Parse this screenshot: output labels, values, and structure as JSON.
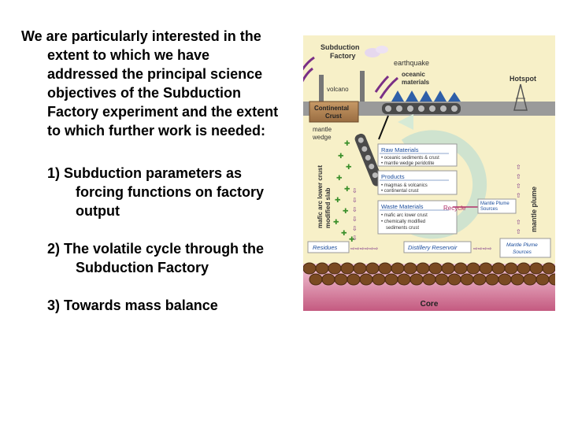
{
  "slide": {
    "intro": "We are particularly interested in the extent to which we have addressed the principal science objectives of the Subduction Factory experiment and the extent to which further work is needed:",
    "items": [
      "1)   Subduction parameters as forcing functions on factory output",
      "2) The volatile cycle through the Subduction Factory",
      "3) Towards mass balance"
    ]
  },
  "diagram": {
    "title": "Subduction Factory",
    "earthquake": "earthquake",
    "oceanic": "oceanic materials",
    "hotspot": "Hotspot",
    "volcano": "volcano",
    "continental_crust": "Continental Crust",
    "mantle_wedge": "mantle wedge",
    "slab": "mafic arc lower crust modified slab",
    "mantle_plume": "mantle plume",
    "raw_materials": {
      "heading": "Raw Materials",
      "lines": [
        "• oceanic sediments & crust",
        "• mantle wedge peridotite"
      ]
    },
    "products": {
      "heading": "Products",
      "lines": [
        "• magmas & volcanics",
        "• continental crust"
      ]
    },
    "waste": {
      "heading": "Waste Materials",
      "lines": [
        "• mafic arc lower crust",
        "• chemically modified",
        "  sediments crust"
      ]
    },
    "recycle": "Recycle",
    "mantle_plume_sources": "Mantle Plume Sources",
    "residues": "Residues",
    "distillery": "Distillery Reservoir",
    "core": "Core",
    "colors": {
      "bg": "#f7f0c8",
      "crust": "#b0865a",
      "belt": "#555555",
      "accent": "#7a2f86",
      "recycle": "#cfe3cf",
      "core_top": "#f0a0c0",
      "core_bottom": "#d06a8a",
      "rock": "#7a4a22"
    }
  }
}
